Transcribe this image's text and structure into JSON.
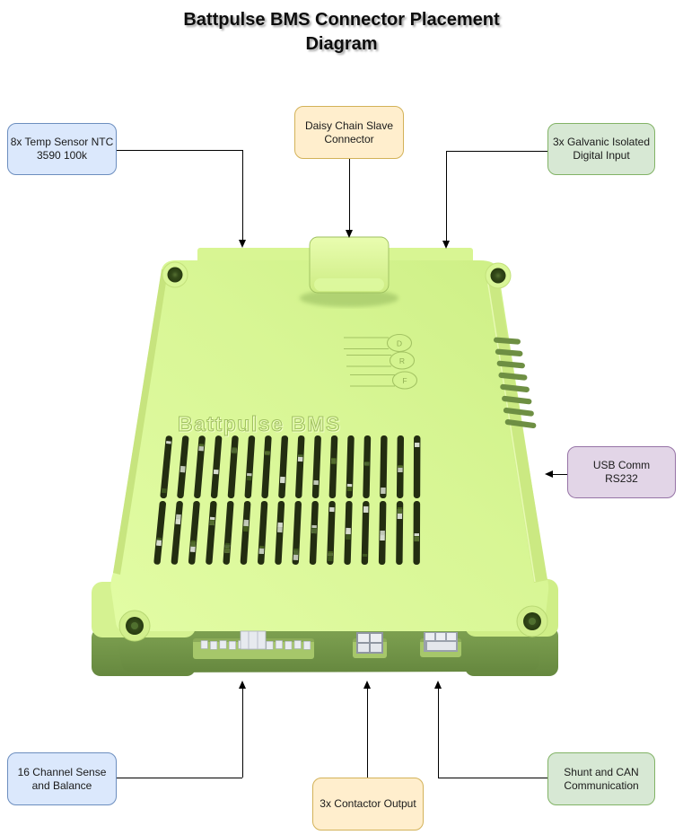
{
  "title": "Battpulse BMS Connector Placement Diagram",
  "callouts": {
    "temp_sensor": {
      "line1": "8x Temp Sensor NTC",
      "line2": "3590 100k",
      "fill": "#dbe8fc",
      "stroke": "#6c8ebf"
    },
    "daisy_chain": {
      "line1": "Daisy Chain Slave",
      "line2": "Connector",
      "fill": "#ffeecd",
      "stroke": "#d3b258"
    },
    "digital_input": {
      "line1": "3x Galvanic Isolated",
      "line2": "Digital Input",
      "fill": "#d7e8d4",
      "stroke": "#82b366"
    },
    "usb": {
      "line1": "USB Comm",
      "line2": "RS232",
      "fill": "#e2d5e7",
      "stroke": "#9673a6"
    },
    "sense_balance": {
      "line1": "16 Channel Sense",
      "line2": "and Balance",
      "fill": "#dbe8fc",
      "stroke": "#6c8ebf"
    },
    "contactor": {
      "line1": "3x Contactor Output",
      "line2": "",
      "fill": "#ffeecd",
      "stroke": "#d3b258"
    },
    "shunt_can": {
      "line1": "Shunt and CAN",
      "line2": "Communication",
      "fill": "#d7e8d4",
      "stroke": "#82b366"
    }
  },
  "device": {
    "brand": "Battpulse BMS",
    "leds": [
      "D",
      "R",
      "F"
    ],
    "colors": {
      "top": "#d8f694",
      "front": "#72964a",
      "engrave": "#a3c363"
    },
    "vents": {
      "columns": 16,
      "rows": 2,
      "side": 8
    }
  }
}
